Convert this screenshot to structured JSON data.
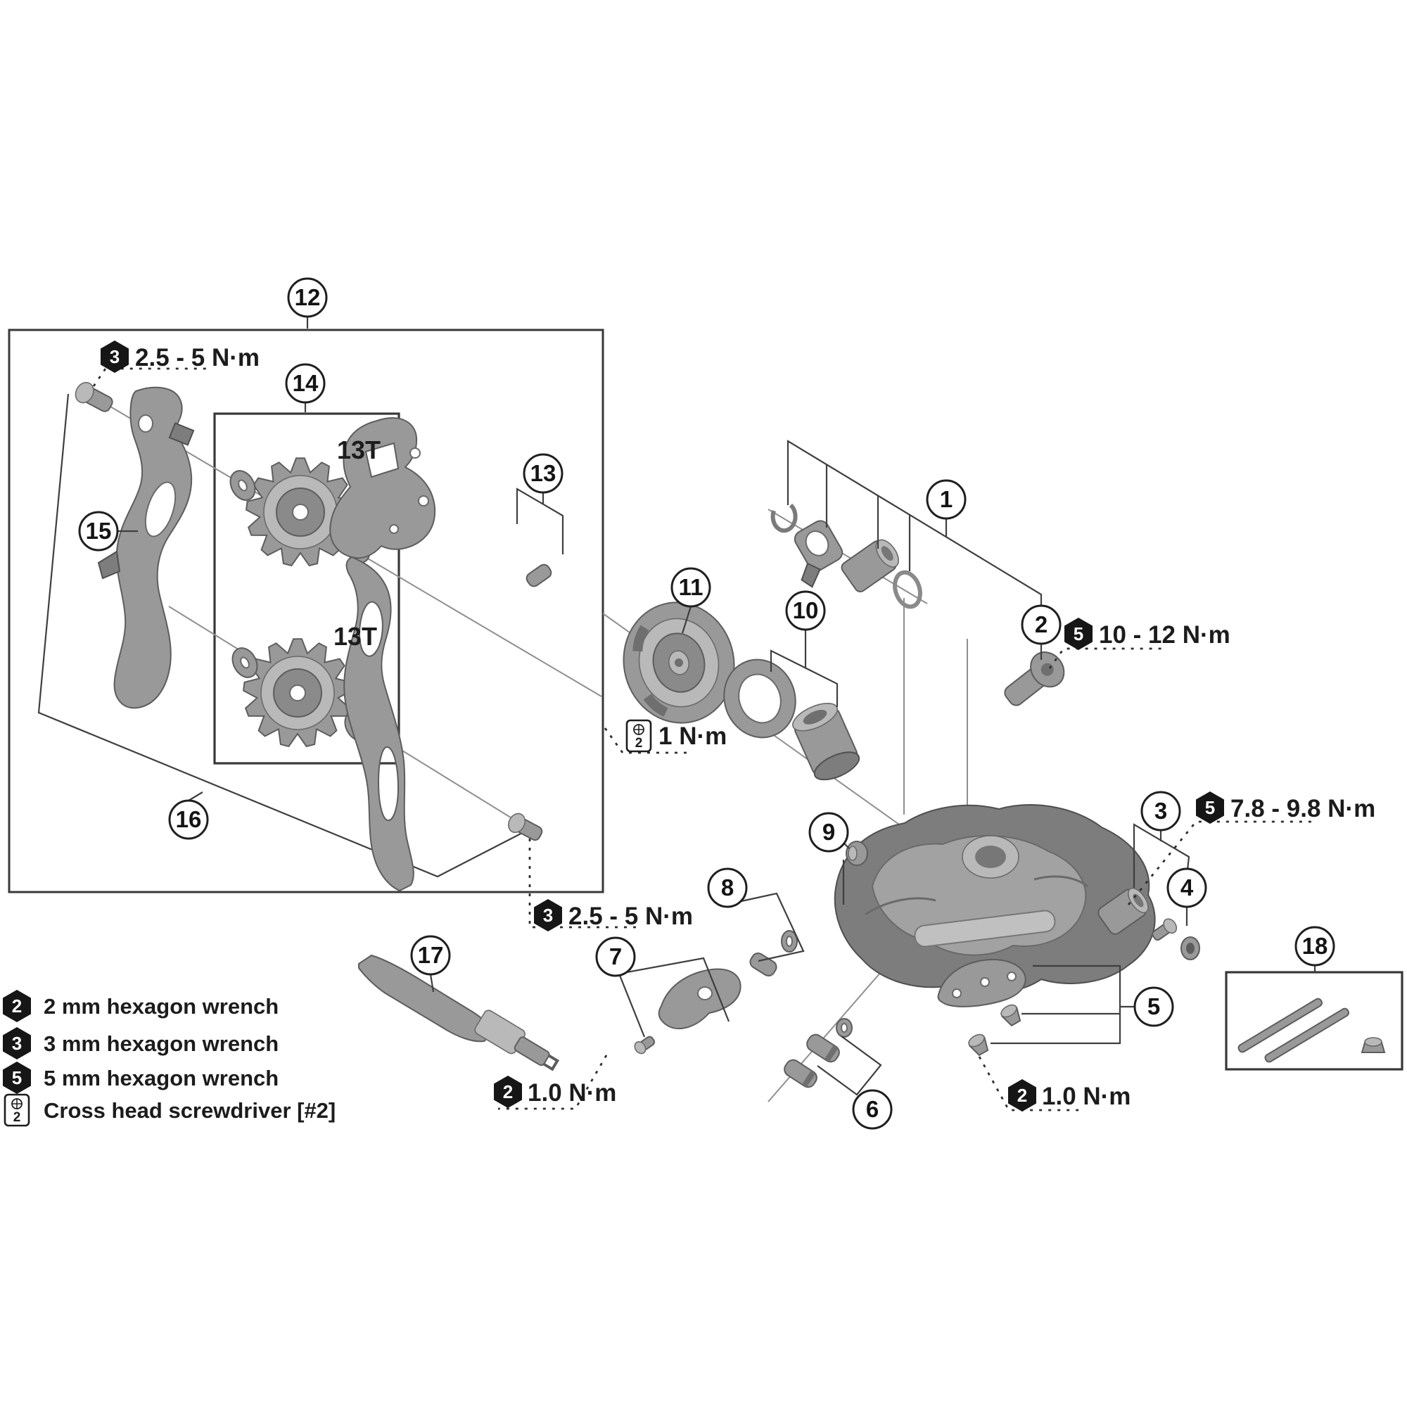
{
  "callouts": [
    {
      "num": "1"
    },
    {
      "num": "2"
    },
    {
      "num": "3"
    },
    {
      "num": "4"
    },
    {
      "num": "5"
    },
    {
      "num": "6"
    },
    {
      "num": "7"
    },
    {
      "num": "8"
    },
    {
      "num": "9"
    },
    {
      "num": "10"
    },
    {
      "num": "11"
    },
    {
      "num": "12"
    },
    {
      "num": "13"
    },
    {
      "num": "14"
    },
    {
      "num": "15"
    },
    {
      "num": "16"
    },
    {
      "num": "17"
    },
    {
      "num": "18"
    }
  ],
  "sprocket_labels": [
    {
      "text": "13T"
    },
    {
      "text": "13T"
    }
  ],
  "torque_notes": [
    {
      "tool": "3",
      "tool_type": "hex",
      "value": "2.5 - 5 N·m"
    },
    {
      "tool": "5",
      "tool_type": "hex",
      "value": "10 - 12 N·m"
    },
    {
      "tool": "2",
      "tool_type": "cross",
      "value": "1 N·m"
    },
    {
      "tool": "5",
      "tool_type": "hex",
      "value": "7.8 - 9.8 N·m"
    },
    {
      "tool": "3",
      "tool_type": "hex",
      "value": "2.5 - 5 N·m"
    },
    {
      "tool": "2",
      "tool_type": "hex",
      "value": "1.0 N·m"
    },
    {
      "tool": "2",
      "tool_type": "hex",
      "value": "1.0 N·m"
    }
  ],
  "legend": [
    {
      "symbol": "2",
      "icon": "hex-wrench-icon",
      "label": "2 mm hexagon wrench"
    },
    {
      "symbol": "3",
      "icon": "hex-wrench-icon",
      "label": "3 mm hexagon wrench"
    },
    {
      "symbol": "5",
      "icon": "hex-wrench-icon",
      "label": "5 mm hexagon wrench"
    },
    {
      "symbol": "2",
      "icon": "cross-screwdriver-icon",
      "label": "Cross head screwdriver [#2]"
    }
  ],
  "colors": {
    "background": "#ffffff",
    "line_art": "#3f3f3f",
    "part_gray": "#999999",
    "tool_icon_black": "#161616"
  }
}
